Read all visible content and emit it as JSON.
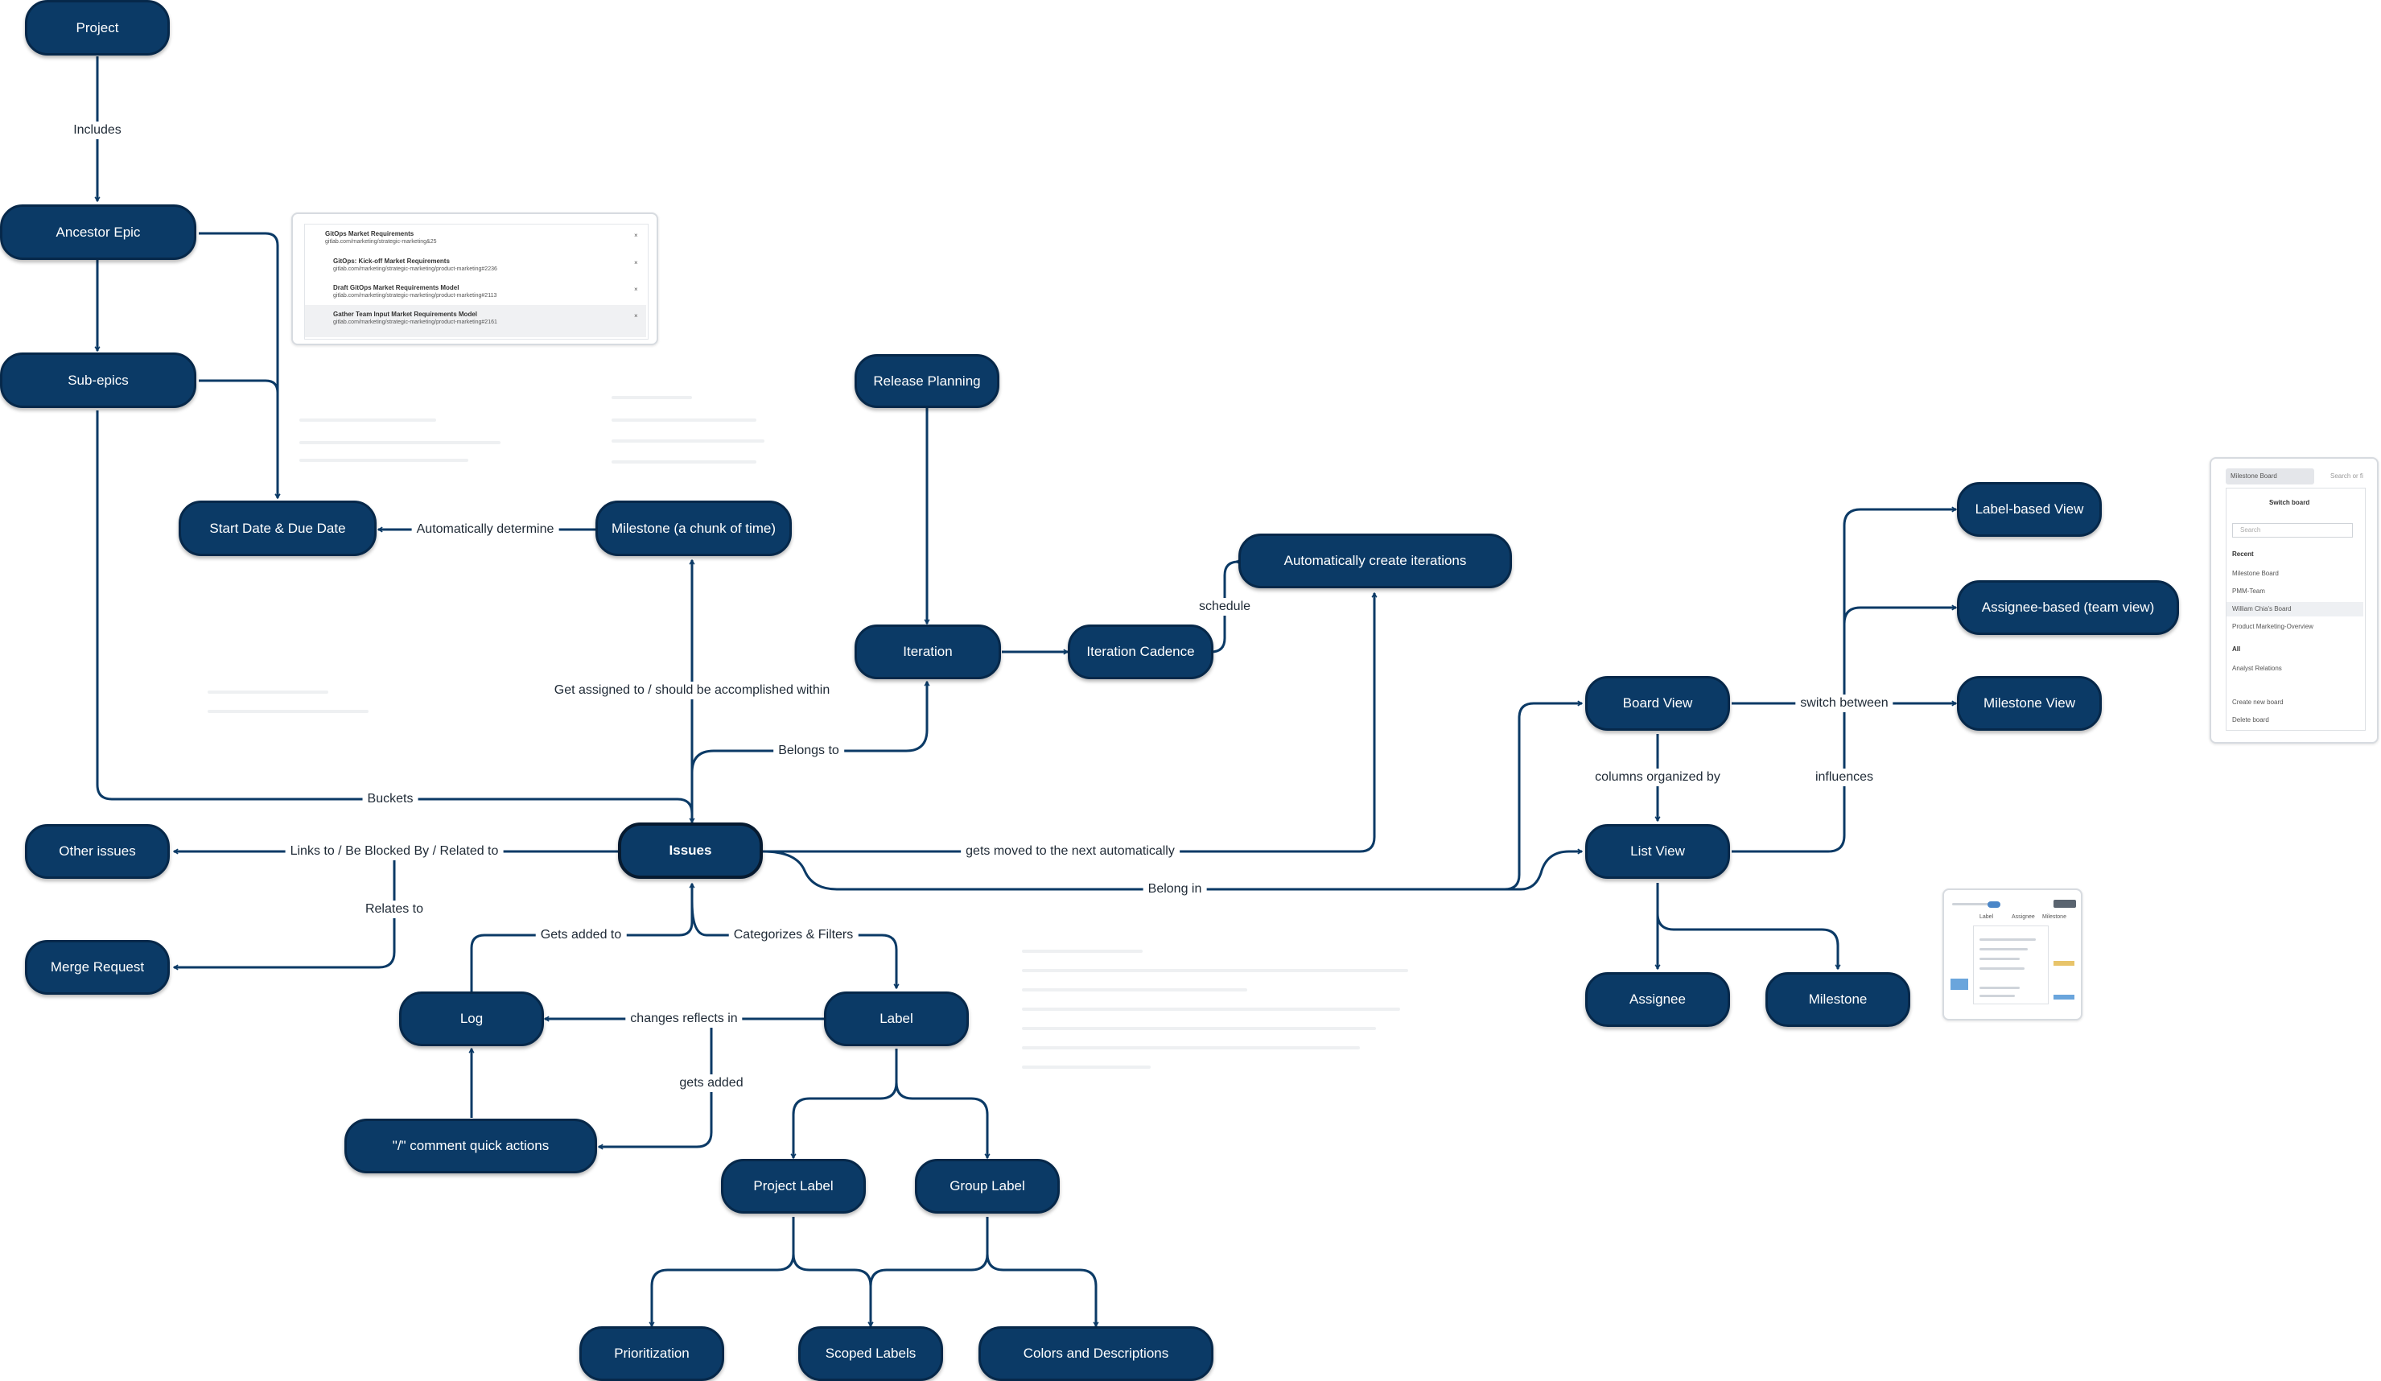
{
  "colors": {
    "node_fill": "#0b3a66",
    "node_border": "#06284a",
    "edge": "#0b3a66",
    "background": "#ffffff"
  },
  "nodes": {
    "project": "Project",
    "ancestor_epic": "Ancestor Epic",
    "sub_epics": "Sub-epics",
    "start_due_date": "Start Date & Due Date",
    "milestone_chunk": "Milestone (a chunk of time)",
    "release_planning": "Release Planning",
    "iteration": "Iteration",
    "iteration_cadence": "Iteration Cadence",
    "auto_create_iterations": "Automatically create iterations",
    "issues": "Issues",
    "other_issues": "Other issues",
    "merge_request": "Merge Request",
    "log": "Log",
    "label": "Label",
    "comment_quick_actions": "\"/\" comment quick actions",
    "project_label": "Project Label",
    "group_label": "Group Label",
    "prioritization": "Prioritization",
    "scoped_labels": "Scoped Labels",
    "colors_descriptions": "Colors and Descriptions",
    "board_view": "Board View",
    "list_view": "List View",
    "label_based_view": "Label-based View",
    "assignee_based_view": "Assignee-based (team view)",
    "milestone_view": "Milestone View",
    "assignee": "Assignee",
    "milestone": "Milestone"
  },
  "edges": {
    "includes": "Includes",
    "automatically_determine": "Automatically determine",
    "schedule": "schedule",
    "get_assigned_to": "Get assigned to / should be accomplished within",
    "belongs_to": "Belongs to",
    "buckets": "Buckets",
    "links_to": "Links to / Be Blocked By / Related to",
    "relates_to": "Relates to",
    "gets_moved": "gets moved to the next automatically",
    "belong_in": "Belong in",
    "gets_added_to": "Gets added to",
    "categorizes_filters": "Categorizes & Filters",
    "changes_reflects_in": "changes reflects in",
    "gets_added": "gets added",
    "columns_organized_by": "columns organized by",
    "switch_between": "switch between",
    "influences": "influences"
  },
  "epic_thumbnail": {
    "rows": [
      {
        "title": "GitOps Market Requirements",
        "sub": "gitlab.com/marketing/strategic-marketing&25"
      },
      {
        "title": "GitOps: Kick-off Market Requirements",
        "sub": "gitlab.com/marketing/strategic-marketing/product-marketing#2236"
      },
      {
        "title": "Draft GitOps Market Requirements Model",
        "sub": "gitlab.com/marketing/strategic-marketing/product-marketing#2113"
      },
      {
        "title": "Gather Team Input Market Requirements Model",
        "sub": "gitlab.com/marketing/strategic-marketing/product-marketing#2161"
      }
    ]
  },
  "board_thumbnail": {
    "selected": "Milestone Board",
    "search_placeholder": "Search or fi",
    "header": "Switch board",
    "search": "Search",
    "recent_heading": "Recent",
    "recent": [
      "Milestone Board",
      "PMM-Team",
      "William Chia's Board",
      "Product Marketing-Overview"
    ],
    "all_heading": "All",
    "all": [
      "Analyst Relations"
    ],
    "actions": [
      "Create new board",
      "Delete board"
    ]
  },
  "list_thumbnail": {
    "tabs": [
      "Label",
      "Assignee",
      "Milestone"
    ]
  }
}
